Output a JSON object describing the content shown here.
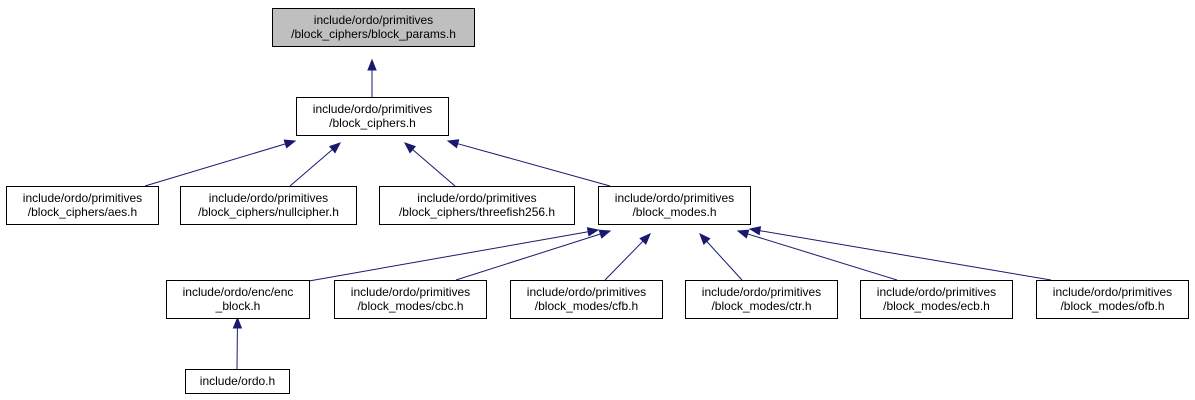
{
  "graph": {
    "nodes": [
      {
        "id": "block_params",
        "lines": [
          "include/ordo/primitives",
          "/block_ciphers/block_params.h"
        ],
        "root": true
      },
      {
        "id": "block_ciphers",
        "lines": [
          "include/ordo/primitives",
          "/block_ciphers.h"
        ]
      },
      {
        "id": "aes",
        "lines": [
          "include/ordo/primitives",
          "/block_ciphers/aes.h"
        ]
      },
      {
        "id": "nullcipher",
        "lines": [
          "include/ordo/primitives",
          "/block_ciphers/nullcipher.h"
        ]
      },
      {
        "id": "threefish256",
        "lines": [
          "include/ordo/primitives",
          "/block_ciphers/threefish256.h"
        ]
      },
      {
        "id": "block_modes",
        "lines": [
          "include/ordo/primitives",
          "/block_modes.h"
        ]
      },
      {
        "id": "enc_block",
        "lines": [
          "include/ordo/enc/enc",
          "_block.h"
        ]
      },
      {
        "id": "cbc",
        "lines": [
          "include/ordo/primitives",
          "/block_modes/cbc.h"
        ]
      },
      {
        "id": "cfb",
        "lines": [
          "include/ordo/primitives",
          "/block_modes/cfb.h"
        ]
      },
      {
        "id": "ctr",
        "lines": [
          "include/ordo/primitives",
          "/block_modes/ctr.h"
        ]
      },
      {
        "id": "ecb",
        "lines": [
          "include/ordo/primitives",
          "/block_modes/ecb.h"
        ]
      },
      {
        "id": "ofb",
        "lines": [
          "include/ordo/primitives",
          "/block_modes/ofb.h"
        ]
      },
      {
        "id": "ordo",
        "lines": [
          "include/ordo.h"
        ]
      }
    ],
    "edges": [
      {
        "from": "block_ciphers",
        "to": "block_params"
      },
      {
        "from": "aes",
        "to": "block_ciphers"
      },
      {
        "from": "nullcipher",
        "to": "block_ciphers"
      },
      {
        "from": "threefish256",
        "to": "block_ciphers"
      },
      {
        "from": "block_modes",
        "to": "block_ciphers"
      },
      {
        "from": "enc_block",
        "to": "block_modes"
      },
      {
        "from": "cbc",
        "to": "block_modes"
      },
      {
        "from": "cfb",
        "to": "block_modes"
      },
      {
        "from": "ctr",
        "to": "block_modes"
      },
      {
        "from": "ecb",
        "to": "block_modes"
      },
      {
        "from": "ofb",
        "to": "block_modes"
      },
      {
        "from": "ordo",
        "to": "enc_block"
      }
    ],
    "colors": {
      "edge": "#191970",
      "root_fill": "#bfbfbf",
      "node_fill": "#ffffff",
      "border": "#000000"
    }
  }
}
